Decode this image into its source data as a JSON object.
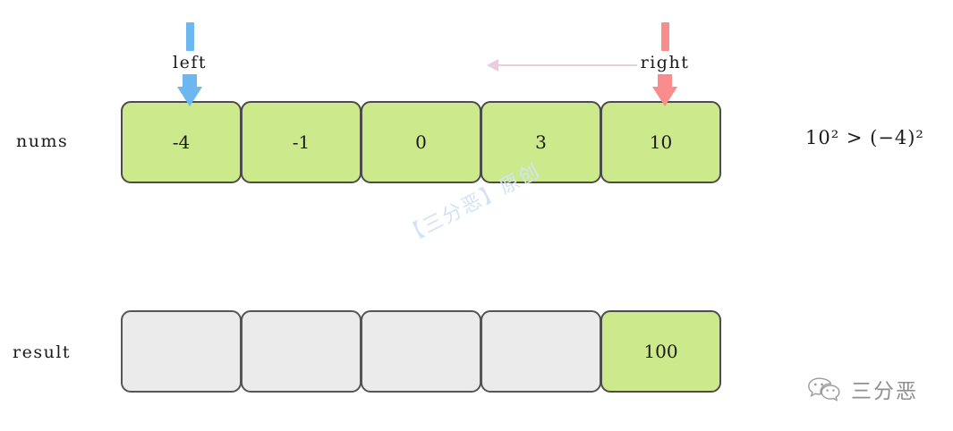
{
  "diagram": {
    "rows": [
      {
        "name": "nums-row",
        "label": "nums",
        "cells": [
          {
            "value": "-4",
            "state": "green"
          },
          {
            "value": "-1",
            "state": "green"
          },
          {
            "value": "0",
            "state": "green"
          },
          {
            "value": "3",
            "state": "green"
          },
          {
            "value": "10",
            "state": "green"
          }
        ]
      },
      {
        "name": "result-row",
        "label": "result",
        "cells": [
          {
            "value": "",
            "state": "gray"
          },
          {
            "value": "",
            "state": "gray"
          },
          {
            "value": "",
            "state": "gray"
          },
          {
            "value": "",
            "state": "gray"
          },
          {
            "value": "100",
            "state": "green"
          }
        ]
      }
    ],
    "pointers": [
      {
        "name": "left-pointer",
        "label": "left",
        "color": "#6db7f0",
        "target_index": 0
      },
      {
        "name": "right-pointer",
        "label": "right",
        "color": "#f98d8d",
        "target_index": 4
      }
    ],
    "sweep_arrow": {
      "name": "sweep-arrow",
      "direction": "left",
      "color": "#e6cede"
    },
    "formula": "10² > (−4)²",
    "watermark": "【三分恶】原创",
    "brand": {
      "logo": "wechat-logo",
      "text": "三分恶"
    },
    "colors": {
      "cell_active": "#cce98b",
      "cell_empty": "#ebebeb",
      "cell_border": "#4c4c4c",
      "left_pointer": "#6db7f0",
      "right_pointer": "#f98d8d",
      "sweep": "#e6cede",
      "watermark": "#d2e3f7",
      "brand_text": "#8f8f8f"
    }
  }
}
